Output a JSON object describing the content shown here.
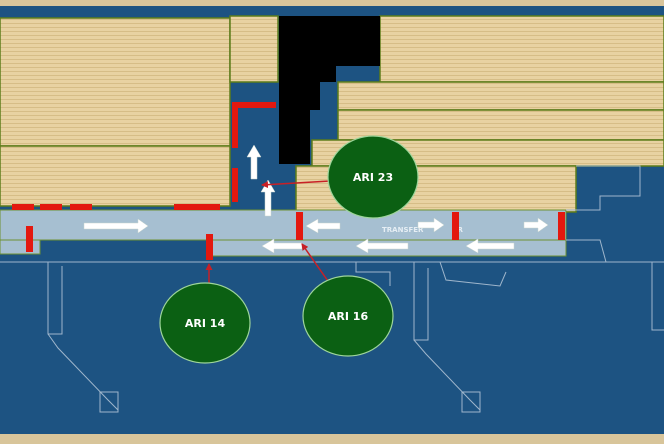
{
  "diagram": {
    "colors": {
      "frame": "#d9c59b",
      "sea": "#1d5382",
      "block_fill": "#e8d2a2",
      "block_line": "#d6bd87",
      "block_border": "#5d7c1b",
      "corridor": "#a6bfd1",
      "corridor_edge": "#6d9232",
      "black": "#000000",
      "barrier": "#e3180f",
      "arrow": "#ffffff",
      "badge_fill": "#0b6013",
      "badge_stroke": "#9ed59a",
      "badge_text": "#ffffff",
      "pointer": "#c82026",
      "outline": "#9fb6cc"
    },
    "corridor_label": "TRANSFER",
    "corridor_label_tail": "R",
    "badges": [
      {
        "label": "ARI 23"
      },
      {
        "label": "ARI 14"
      },
      {
        "label": "ARI 16"
      }
    ]
  }
}
